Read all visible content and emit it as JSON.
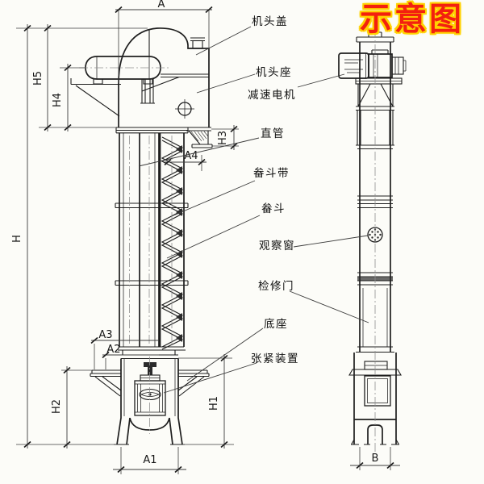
{
  "title": {
    "text": "示意图"
  },
  "colors": {
    "title_red": "#f3200f",
    "title_outline": "#ffd200",
    "line": "#1e1e1e",
    "centerline": "#8f8f8f",
    "background": "#fcfcf8"
  },
  "part_labels": {
    "head_cover": "机头盖",
    "head_base": "机头座",
    "gear_motor": "减速电机",
    "straight_pipe": "直管",
    "bucket_belt": "畚斗带",
    "bucket": "畚斗",
    "observation_window": "观察窗",
    "inspection_door": "检修门",
    "base": "底座",
    "tensioning_device": "张紧装置"
  },
  "dimensions": {
    "a": "A",
    "h": "H",
    "h5": "H5",
    "h4": "H4",
    "h3": "H3",
    "h2": "H2",
    "h1": "H1",
    "a1": "A1",
    "a2": "A2",
    "a3": "A3",
    "a4": "A4",
    "b": "B"
  }
}
